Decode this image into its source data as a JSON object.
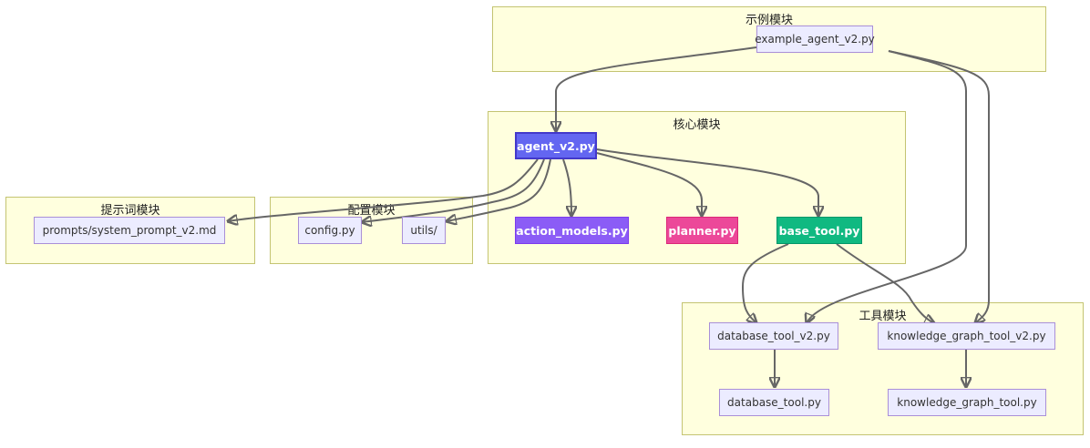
{
  "diagram": {
    "type": "flowchart",
    "clusters": [
      {
        "id": "example",
        "title": "示例模块"
      },
      {
        "id": "core",
        "title": "核心模块"
      },
      {
        "id": "prompt",
        "title": "提示词模块"
      },
      {
        "id": "config",
        "title": "配置模块"
      },
      {
        "id": "tools",
        "title": "工具模块"
      }
    ],
    "nodes": {
      "example_agent": {
        "label": "example_agent_v2.py",
        "cluster": "example"
      },
      "agent": {
        "label": "agent_v2.py",
        "cluster": "core",
        "fill": "#6366f1",
        "stroke": "#4338ca"
      },
      "action_models": {
        "label": "action_models.py",
        "cluster": "core",
        "fill": "#8b5cf6",
        "stroke": "#7c3aed"
      },
      "planner": {
        "label": "planner.py",
        "cluster": "core",
        "fill": "#ec4899",
        "stroke": "#db2777"
      },
      "base_tool": {
        "label": "base_tool.py",
        "cluster": "core",
        "fill": "#10b981",
        "stroke": "#059669"
      },
      "system_prompt": {
        "label": "prompts/system_prompt_v2.md",
        "cluster": "prompt"
      },
      "config": {
        "label": "config.py",
        "cluster": "config"
      },
      "utils": {
        "label": "utils/",
        "cluster": "config"
      },
      "db_tool_v2": {
        "label": "database_tool_v2.py",
        "cluster": "tools"
      },
      "kg_tool_v2": {
        "label": "knowledge_graph_tool_v2.py",
        "cluster": "tools"
      },
      "db_tool": {
        "label": "database_tool.py",
        "cluster": "tools"
      },
      "kg_tool": {
        "label": "knowledge_graph_tool.py",
        "cluster": "tools"
      }
    },
    "edges": [
      {
        "from": "example_agent",
        "to": "agent"
      },
      {
        "from": "example_agent",
        "to": "db_tool_v2"
      },
      {
        "from": "example_agent",
        "to": "kg_tool_v2"
      },
      {
        "from": "agent",
        "to": "system_prompt"
      },
      {
        "from": "agent",
        "to": "config"
      },
      {
        "from": "agent",
        "to": "utils"
      },
      {
        "from": "agent",
        "to": "action_models"
      },
      {
        "from": "agent",
        "to": "planner"
      },
      {
        "from": "agent",
        "to": "base_tool"
      },
      {
        "from": "base_tool",
        "to": "db_tool_v2"
      },
      {
        "from": "base_tool",
        "to": "kg_tool_v2"
      },
      {
        "from": "db_tool_v2",
        "to": "db_tool"
      },
      {
        "from": "kg_tool_v2",
        "to": "kg_tool"
      }
    ]
  }
}
